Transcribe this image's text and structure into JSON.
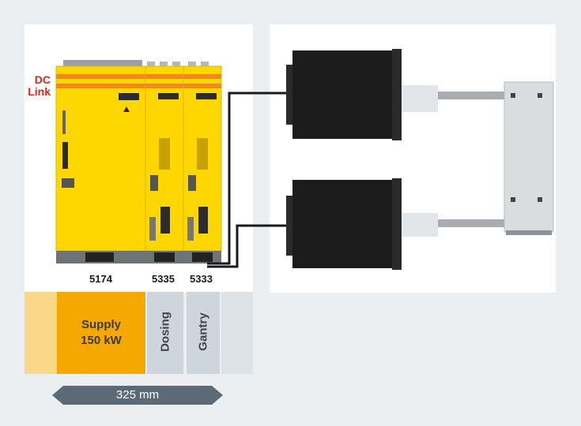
{
  "dc_link": {
    "line1": "DC",
    "line2": "Link"
  },
  "modules": [
    {
      "id": "5174",
      "function": "Supply\n150 kW"
    },
    {
      "id": "5335",
      "function": "Dosing"
    },
    {
      "id": "5333",
      "function": "Gantry"
    }
  ],
  "supply": {
    "line1": "Supply",
    "line2": "150 kW"
  },
  "width_dimension": "325 mm",
  "colors": {
    "drive_yellow": "#ffd700",
    "stripe_orange": "#f08a1c",
    "supply_band": "#f5a800",
    "supply_band_light": "#fbd78a",
    "axis_band": "#cfd6db",
    "axis_band_light": "#dde2e6",
    "arrow_gray": "#5b6a74",
    "dc_link_red": "#e2231a"
  }
}
